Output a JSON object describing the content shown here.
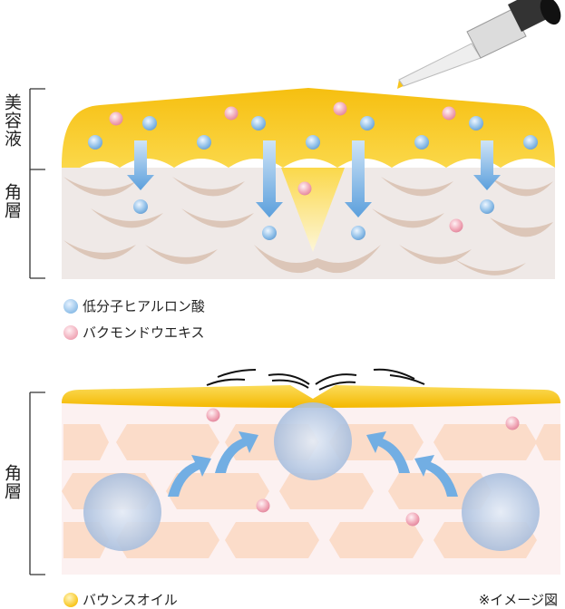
{
  "top_panel": {
    "label_serum": "美容液",
    "label_stratum": "角層"
  },
  "legend_top": [
    {
      "icon": "blue-sphere",
      "label": "低分子ヒアルロン酸",
      "color": "#8fbfe8"
    },
    {
      "icon": "pink-sphere",
      "label": "バクモンドウエキス",
      "color": "#f0a6b6"
    }
  ],
  "bottom_panel": {
    "label_stratum": "角層"
  },
  "legend_bottom": {
    "icon": "yellow-sphere",
    "label": "バウンスオイル",
    "color": "#f8c51c"
  },
  "note": "※イメージ図"
}
